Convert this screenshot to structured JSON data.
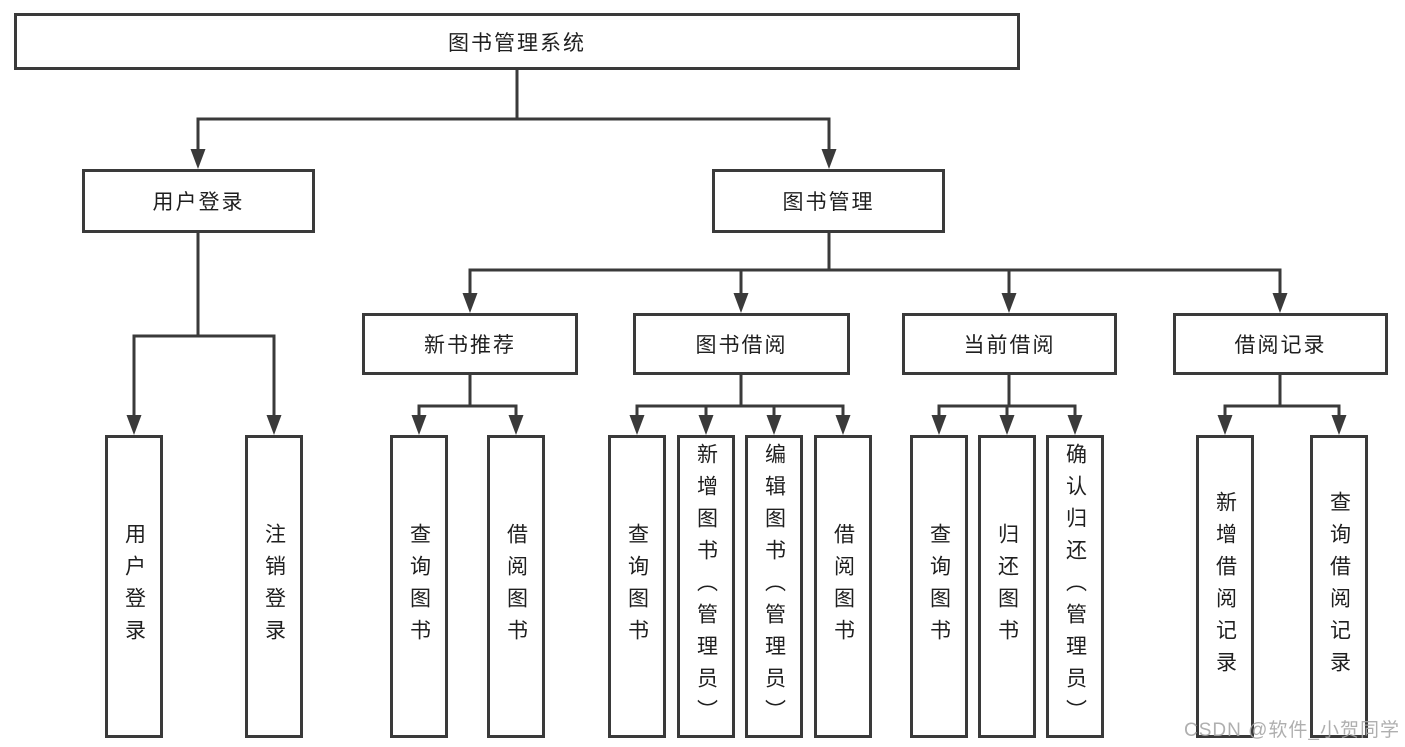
{
  "tree": {
    "label": "图书管理系统",
    "children": [
      {
        "label": "用户登录",
        "children": [
          {
            "label": "用户登录"
          },
          {
            "label": "注销登录"
          }
        ]
      },
      {
        "label": "图书管理",
        "children": [
          {
            "label": "新书推荐",
            "children": [
              {
                "label": "查询图书"
              },
              {
                "label": "借阅图书"
              }
            ]
          },
          {
            "label": "图书借阅",
            "children": [
              {
                "label": "查询图书"
              },
              {
                "label": "新增图书（管理员）"
              },
              {
                "label": "编辑图书（管理员）"
              },
              {
                "label": "借阅图书"
              }
            ]
          },
          {
            "label": "当前借阅",
            "children": [
              {
                "label": "查询图书"
              },
              {
                "label": "归还图书"
              },
              {
                "label": "确认归还（管理员）"
              }
            ]
          },
          {
            "label": "借阅记录",
            "children": [
              {
                "label": "新增借阅记录"
              },
              {
                "label": "查询借阅记录"
              }
            ]
          }
        ]
      }
    ]
  },
  "watermark": "CSDN @软件_小贺同学",
  "colors": {
    "line": "#3a3a3a",
    "text": "#1f1f1f",
    "watermark": "#a5a5a5",
    "background": "#ffffff"
  }
}
